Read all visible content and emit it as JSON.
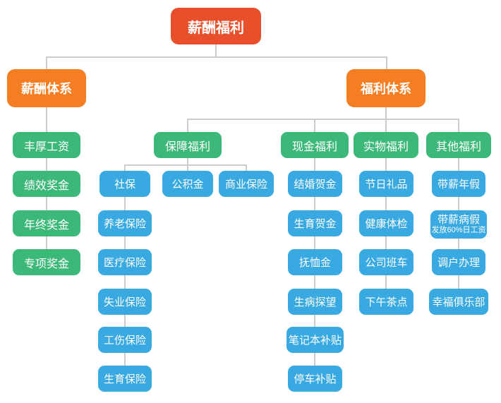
{
  "colors": {
    "root": "#e8502c",
    "branch": "#f57d22",
    "category": "#3cb878",
    "item": "#38a9e1",
    "line": "#cccccc"
  },
  "tree": {
    "root": {
      "label": "薪酬福利"
    },
    "salary": {
      "label": "薪酬体系",
      "items": [
        "丰厚工资",
        "绩效奖金",
        "年终奖金",
        "专项奖金"
      ]
    },
    "welfare": {
      "label": "福利体系",
      "groups": [
        {
          "label": "保障福利",
          "items": [
            "社保",
            "公积金",
            "商业保险"
          ],
          "social_insurance_items": [
            "养老保险",
            "医疗保险",
            "失业保险",
            "工伤保险",
            "生育保险"
          ]
        },
        {
          "label": "现金福利",
          "items": [
            "结婚贺金",
            "生育贺金",
            "抚恤金",
            "生病探望",
            "笔记本补贴",
            "停车补贴"
          ]
        },
        {
          "label": "实物福利",
          "items": [
            "节日礼品",
            "健康体检",
            "公司班车",
            "下午茶点"
          ]
        },
        {
          "label": "其他福利",
          "items": [
            "带薪年假",
            "带薪病假",
            "调户办理",
            "幸福俱乐部"
          ],
          "paid_sick_leave_note": "发放60%日工资"
        }
      ]
    }
  }
}
